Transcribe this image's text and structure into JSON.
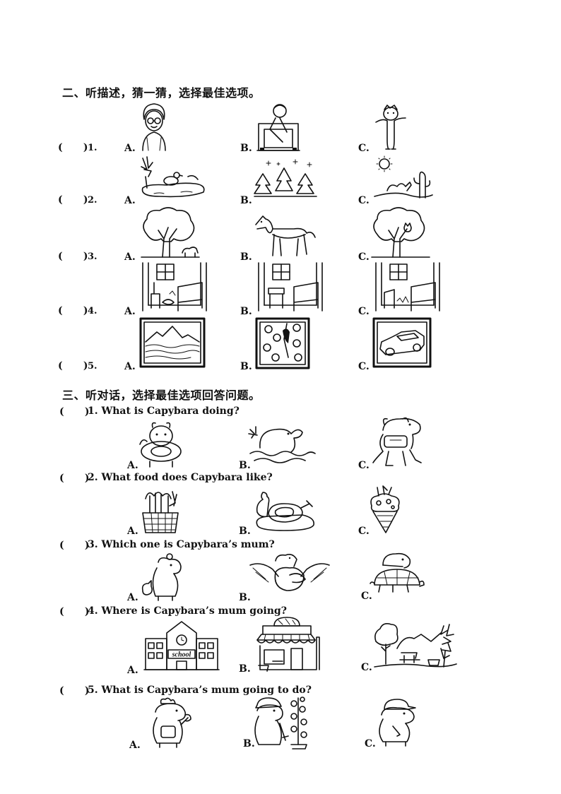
{
  "section2": {
    "title": "二、听描述，猜一猜，选择最佳选项。",
    "questions": [
      {
        "paren": "(      )",
        "num": "1.",
        "options": [
          "A.",
          "B.",
          "C."
        ],
        "pictures": [
          "old-woman-icon",
          "man-by-fireplace-icon",
          "child-arms-open-icon"
        ]
      },
      {
        "paren": "(      )",
        "num": "2.",
        "options": [
          "A.",
          "B.",
          "C."
        ],
        "pictures": [
          "duck-pond-icon",
          "snowy-pines-icon",
          "desert-camel-cactus-icon"
        ]
      },
      {
        "paren": "(      )",
        "num": "3.",
        "options": [
          "A.",
          "B.",
          "C."
        ],
        "pictures": [
          "tree-with-dog-icon",
          "horse-icon",
          "tree-with-cat-icon"
        ]
      },
      {
        "paren": "(      )",
        "num": "4.",
        "options": [
          "A.",
          "B.",
          "C."
        ],
        "pictures": [
          "messy-room-icon",
          "tidy-room-icon",
          "room-with-mess-icon"
        ]
      },
      {
        "paren": "(      )",
        "num": "5.",
        "options": [
          "A.",
          "B.",
          "C."
        ],
        "pictures": [
          "mountain-lake-painting-icon",
          "flowers-bird-painting-icon",
          "car-painting-icon"
        ]
      }
    ]
  },
  "section3": {
    "title": "三、听对话，选择最佳选项回答问题。",
    "questions": [
      {
        "paren": "(      )",
        "text": "1. What is Capybara doing?",
        "options": [
          "A.",
          "B.",
          "C."
        ],
        "pictures": [
          "capybara-float-ring-icon",
          "capybara-swimming-icon",
          "capybara-running-icon"
        ]
      },
      {
        "paren": "(      )",
        "text": "2. What food does Capybara like?",
        "options": [
          "A.",
          "B.",
          "C."
        ],
        "pictures": [
          "vegetable-basket-icon",
          "meat-plate-icon",
          "ice-cream-cone-icon"
        ]
      },
      {
        "paren": "(      )",
        "text": "3. Which one is Capybara’s mum?",
        "options": [
          "A.",
          "B.",
          "C."
        ],
        "pictures": [
          "capybara-with-bird-icon",
          "duck-with-capybara-icon",
          "turtle-with-capybara-icon"
        ]
      },
      {
        "paren": "(      )",
        "text": "4. Where is Capybara’s mum going?",
        "options": [
          "A.",
          "B.",
          "C."
        ],
        "pictures": [
          "school-building-icon",
          "shop-icon",
          "park-icon"
        ]
      },
      {
        "paren": "(      )",
        "text": "5. What is Capybara’s mum going to do?",
        "options": [
          "A.",
          "B.",
          "C."
        ],
        "pictures": [
          "capybara-cooking-icon",
          "capybara-gardening-icon",
          "capybara-cap-icon"
        ]
      }
    ],
    "school_sign": "school"
  }
}
